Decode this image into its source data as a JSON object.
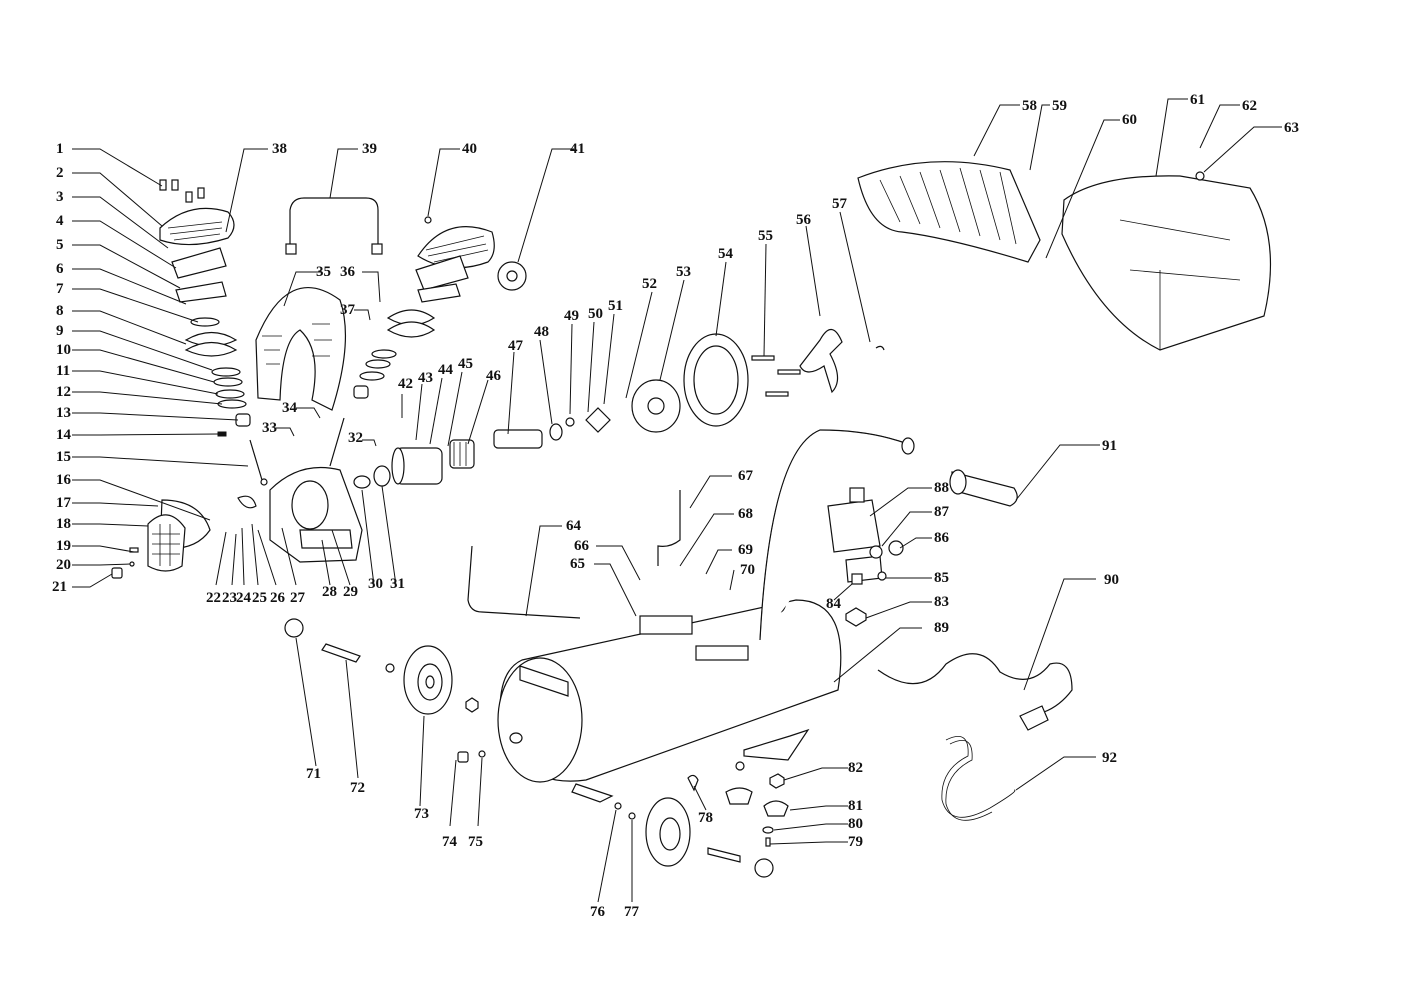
{
  "diagram": {
    "parts": [
      {
        "id": "p1",
        "label": "1"
      },
      {
        "id": "p2",
        "label": "2"
      },
      {
        "id": "p3",
        "label": "3"
      },
      {
        "id": "p4",
        "label": "4"
      },
      {
        "id": "p5",
        "label": "5"
      },
      {
        "id": "p6",
        "label": "6"
      },
      {
        "id": "p7",
        "label": "7"
      },
      {
        "id": "p8",
        "label": "8"
      },
      {
        "id": "p9",
        "label": "9"
      },
      {
        "id": "p10",
        "label": "10"
      },
      {
        "id": "p11",
        "label": "11"
      },
      {
        "id": "p12",
        "label": "12"
      },
      {
        "id": "p13",
        "label": "13"
      },
      {
        "id": "p14",
        "label": "14"
      },
      {
        "id": "p15",
        "label": "15"
      },
      {
        "id": "p16",
        "label": "16"
      },
      {
        "id": "p17",
        "label": "17"
      },
      {
        "id": "p18",
        "label": "18"
      },
      {
        "id": "p19",
        "label": "19"
      },
      {
        "id": "p20",
        "label": "20"
      },
      {
        "id": "p21",
        "label": "21"
      },
      {
        "id": "p22",
        "label": "22"
      },
      {
        "id": "p23",
        "label": "23"
      },
      {
        "id": "p24",
        "label": "24"
      },
      {
        "id": "p25",
        "label": "25"
      },
      {
        "id": "p26",
        "label": "26"
      },
      {
        "id": "p27",
        "label": "27"
      },
      {
        "id": "p28",
        "label": "28"
      },
      {
        "id": "p29",
        "label": "29"
      },
      {
        "id": "p30",
        "label": "30"
      },
      {
        "id": "p31",
        "label": "31"
      },
      {
        "id": "p32",
        "label": "32"
      },
      {
        "id": "p33",
        "label": "33"
      },
      {
        "id": "p34",
        "label": "34"
      },
      {
        "id": "p35",
        "label": "35"
      },
      {
        "id": "p36",
        "label": "36"
      },
      {
        "id": "p37",
        "label": "37"
      },
      {
        "id": "p38",
        "label": "38"
      },
      {
        "id": "p39",
        "label": "39"
      },
      {
        "id": "p40",
        "label": "40"
      },
      {
        "id": "p41",
        "label": "41"
      },
      {
        "id": "p42",
        "label": "42"
      },
      {
        "id": "p43",
        "label": "43"
      },
      {
        "id": "p44",
        "label": "44"
      },
      {
        "id": "p45",
        "label": "45"
      },
      {
        "id": "p46",
        "label": "46"
      },
      {
        "id": "p47",
        "label": "47"
      },
      {
        "id": "p48",
        "label": "48"
      },
      {
        "id": "p49",
        "label": "49"
      },
      {
        "id": "p50",
        "label": "50"
      },
      {
        "id": "p51",
        "label": "51"
      },
      {
        "id": "p52",
        "label": "52"
      },
      {
        "id": "p53",
        "label": "53"
      },
      {
        "id": "p54",
        "label": "54"
      },
      {
        "id": "p55",
        "label": "55"
      },
      {
        "id": "p56",
        "label": "56"
      },
      {
        "id": "p57",
        "label": "57"
      },
      {
        "id": "p58",
        "label": "58"
      },
      {
        "id": "p59",
        "label": "59"
      },
      {
        "id": "p60",
        "label": "60"
      },
      {
        "id": "p61",
        "label": "61"
      },
      {
        "id": "p62",
        "label": "62"
      },
      {
        "id": "p63",
        "label": "63"
      },
      {
        "id": "p64",
        "label": "64"
      },
      {
        "id": "p65",
        "label": "65"
      },
      {
        "id": "p66",
        "label": "66"
      },
      {
        "id": "p67",
        "label": "67"
      },
      {
        "id": "p68",
        "label": "68"
      },
      {
        "id": "p69",
        "label": "69"
      },
      {
        "id": "p70",
        "label": "70"
      },
      {
        "id": "p71",
        "label": "71"
      },
      {
        "id": "p72",
        "label": "72"
      },
      {
        "id": "p73",
        "label": "73"
      },
      {
        "id": "p74",
        "label": "74"
      },
      {
        "id": "p75",
        "label": "75"
      },
      {
        "id": "p76",
        "label": "76"
      },
      {
        "id": "p77",
        "label": "77"
      },
      {
        "id": "p78",
        "label": "78"
      },
      {
        "id": "p79",
        "label": "79"
      },
      {
        "id": "p80",
        "label": "80"
      },
      {
        "id": "p81",
        "label": "81"
      },
      {
        "id": "p82",
        "label": "82"
      },
      {
        "id": "p83",
        "label": "83"
      },
      {
        "id": "p84",
        "label": "84"
      },
      {
        "id": "p85",
        "label": "85"
      },
      {
        "id": "p86",
        "label": "86"
      },
      {
        "id": "p87",
        "label": "87"
      },
      {
        "id": "p88",
        "label": "88"
      },
      {
        "id": "p89",
        "label": "89"
      },
      {
        "id": "p90",
        "label": "90"
      },
      {
        "id": "p91",
        "label": "91"
      },
      {
        "id": "p92",
        "label": "92"
      }
    ]
  }
}
